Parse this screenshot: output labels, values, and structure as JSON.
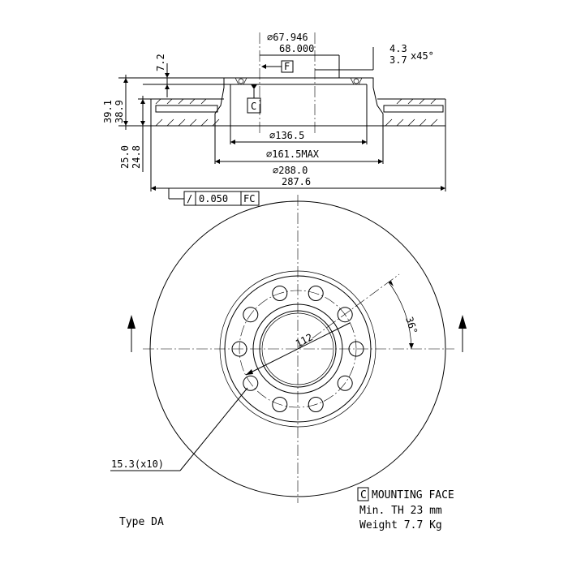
{
  "top_view": {
    "dia_hub_upper": "67.946",
    "dia_hub_lower": "68.000",
    "datum_f": "F",
    "datum_c": "C",
    "chamfer_upper": "4.3",
    "chamfer_lower": "3.7",
    "chamfer_suffix": "x45°",
    "hat_depth": "7.2",
    "height_upper": "39.1",
    "height_lower": "38.9",
    "thickness_upper": "25.0",
    "thickness_lower": "24.8",
    "dia_inner": "136.5",
    "dia_max": "161.5MAX",
    "dia_outer_upper": "288.0",
    "dia_outer_lower": "287.6",
    "runout_symbol": "/",
    "runout_value": "0.050",
    "runout_ref": "FC"
  },
  "front_view": {
    "angle": "36",
    "pcd": "112",
    "holes": "15.3(x10)",
    "hole_count": 10
  },
  "notes": {
    "mounting_box": "C",
    "mounting": "MOUNTING FACE",
    "min_th": "Min. TH 23 mm",
    "weight": "Weight 7.7 Kg",
    "type": "Type DA"
  }
}
